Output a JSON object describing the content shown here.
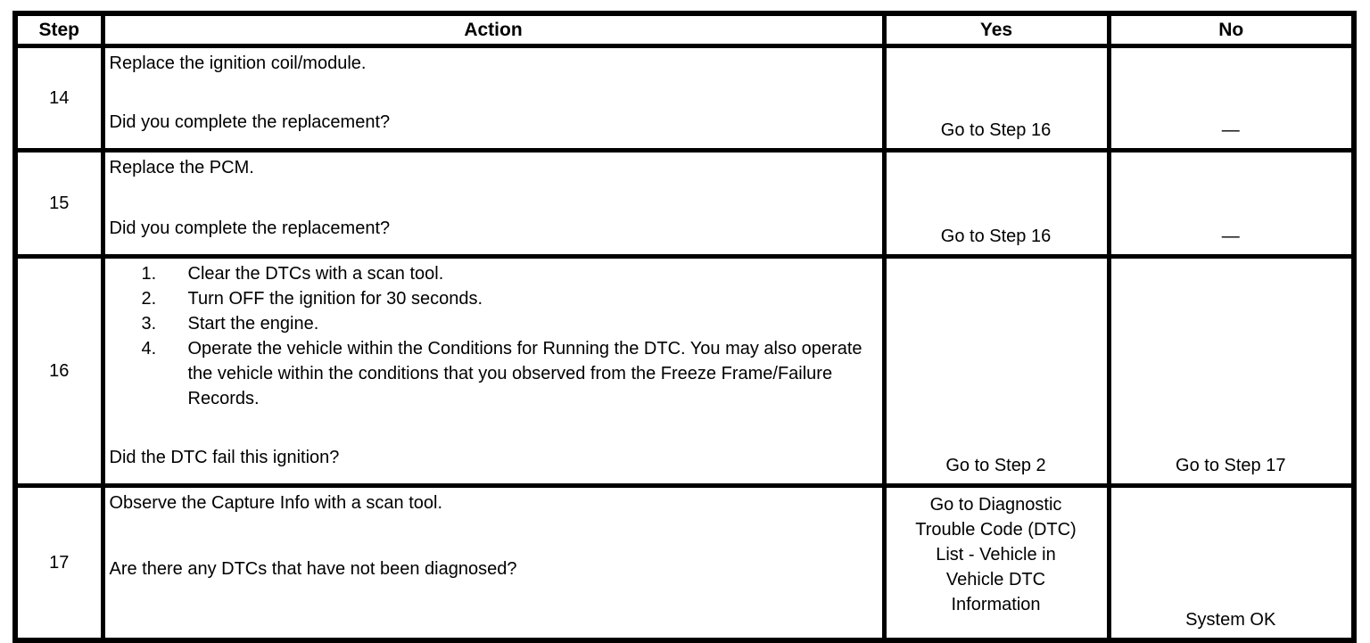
{
  "page": {
    "background_color": "#ffffff",
    "text_color": "#000000",
    "border_color": "#000000"
  },
  "table": {
    "headers": {
      "step": "Step",
      "action": "Action",
      "yes": "Yes",
      "no": "No"
    },
    "rows": [
      {
        "step": "14",
        "action": "Replace the ignition coil/module.",
        "question": "Did you complete the replacement?",
        "yes": "Go to Step 16",
        "no": "—"
      },
      {
        "step": "15",
        "action": "Replace the PCM.",
        "question": "Did you complete the replacement?",
        "yes": "Go to Step 16",
        "no": "—"
      },
      {
        "step": "16",
        "list_markers": [
          "1.",
          "2.",
          "3.",
          "4."
        ],
        "action_list": [
          "Clear the DTCs with a scan tool.",
          "Turn OFF the ignition for 30 seconds.",
          "Start the engine.",
          "Operate the vehicle within the Conditions for Running the DTC. You may also operate the vehicle within the conditions that you observed from the Freeze Frame/Failure Records."
        ],
        "question": "Did the DTC fail this ignition?",
        "yes": "Go to Step 2",
        "no": "Go to Step 17"
      },
      {
        "step": "17",
        "action": "Observe the Capture Info with a scan tool.",
        "question": "Are there any DTCs that have not been diagnosed?",
        "yes_lines": [
          "Go to Diagnostic",
          "Trouble Code (DTC)",
          "List - Vehicle in",
          "Vehicle DTC",
          "Information"
        ],
        "no": "System OK"
      }
    ]
  }
}
